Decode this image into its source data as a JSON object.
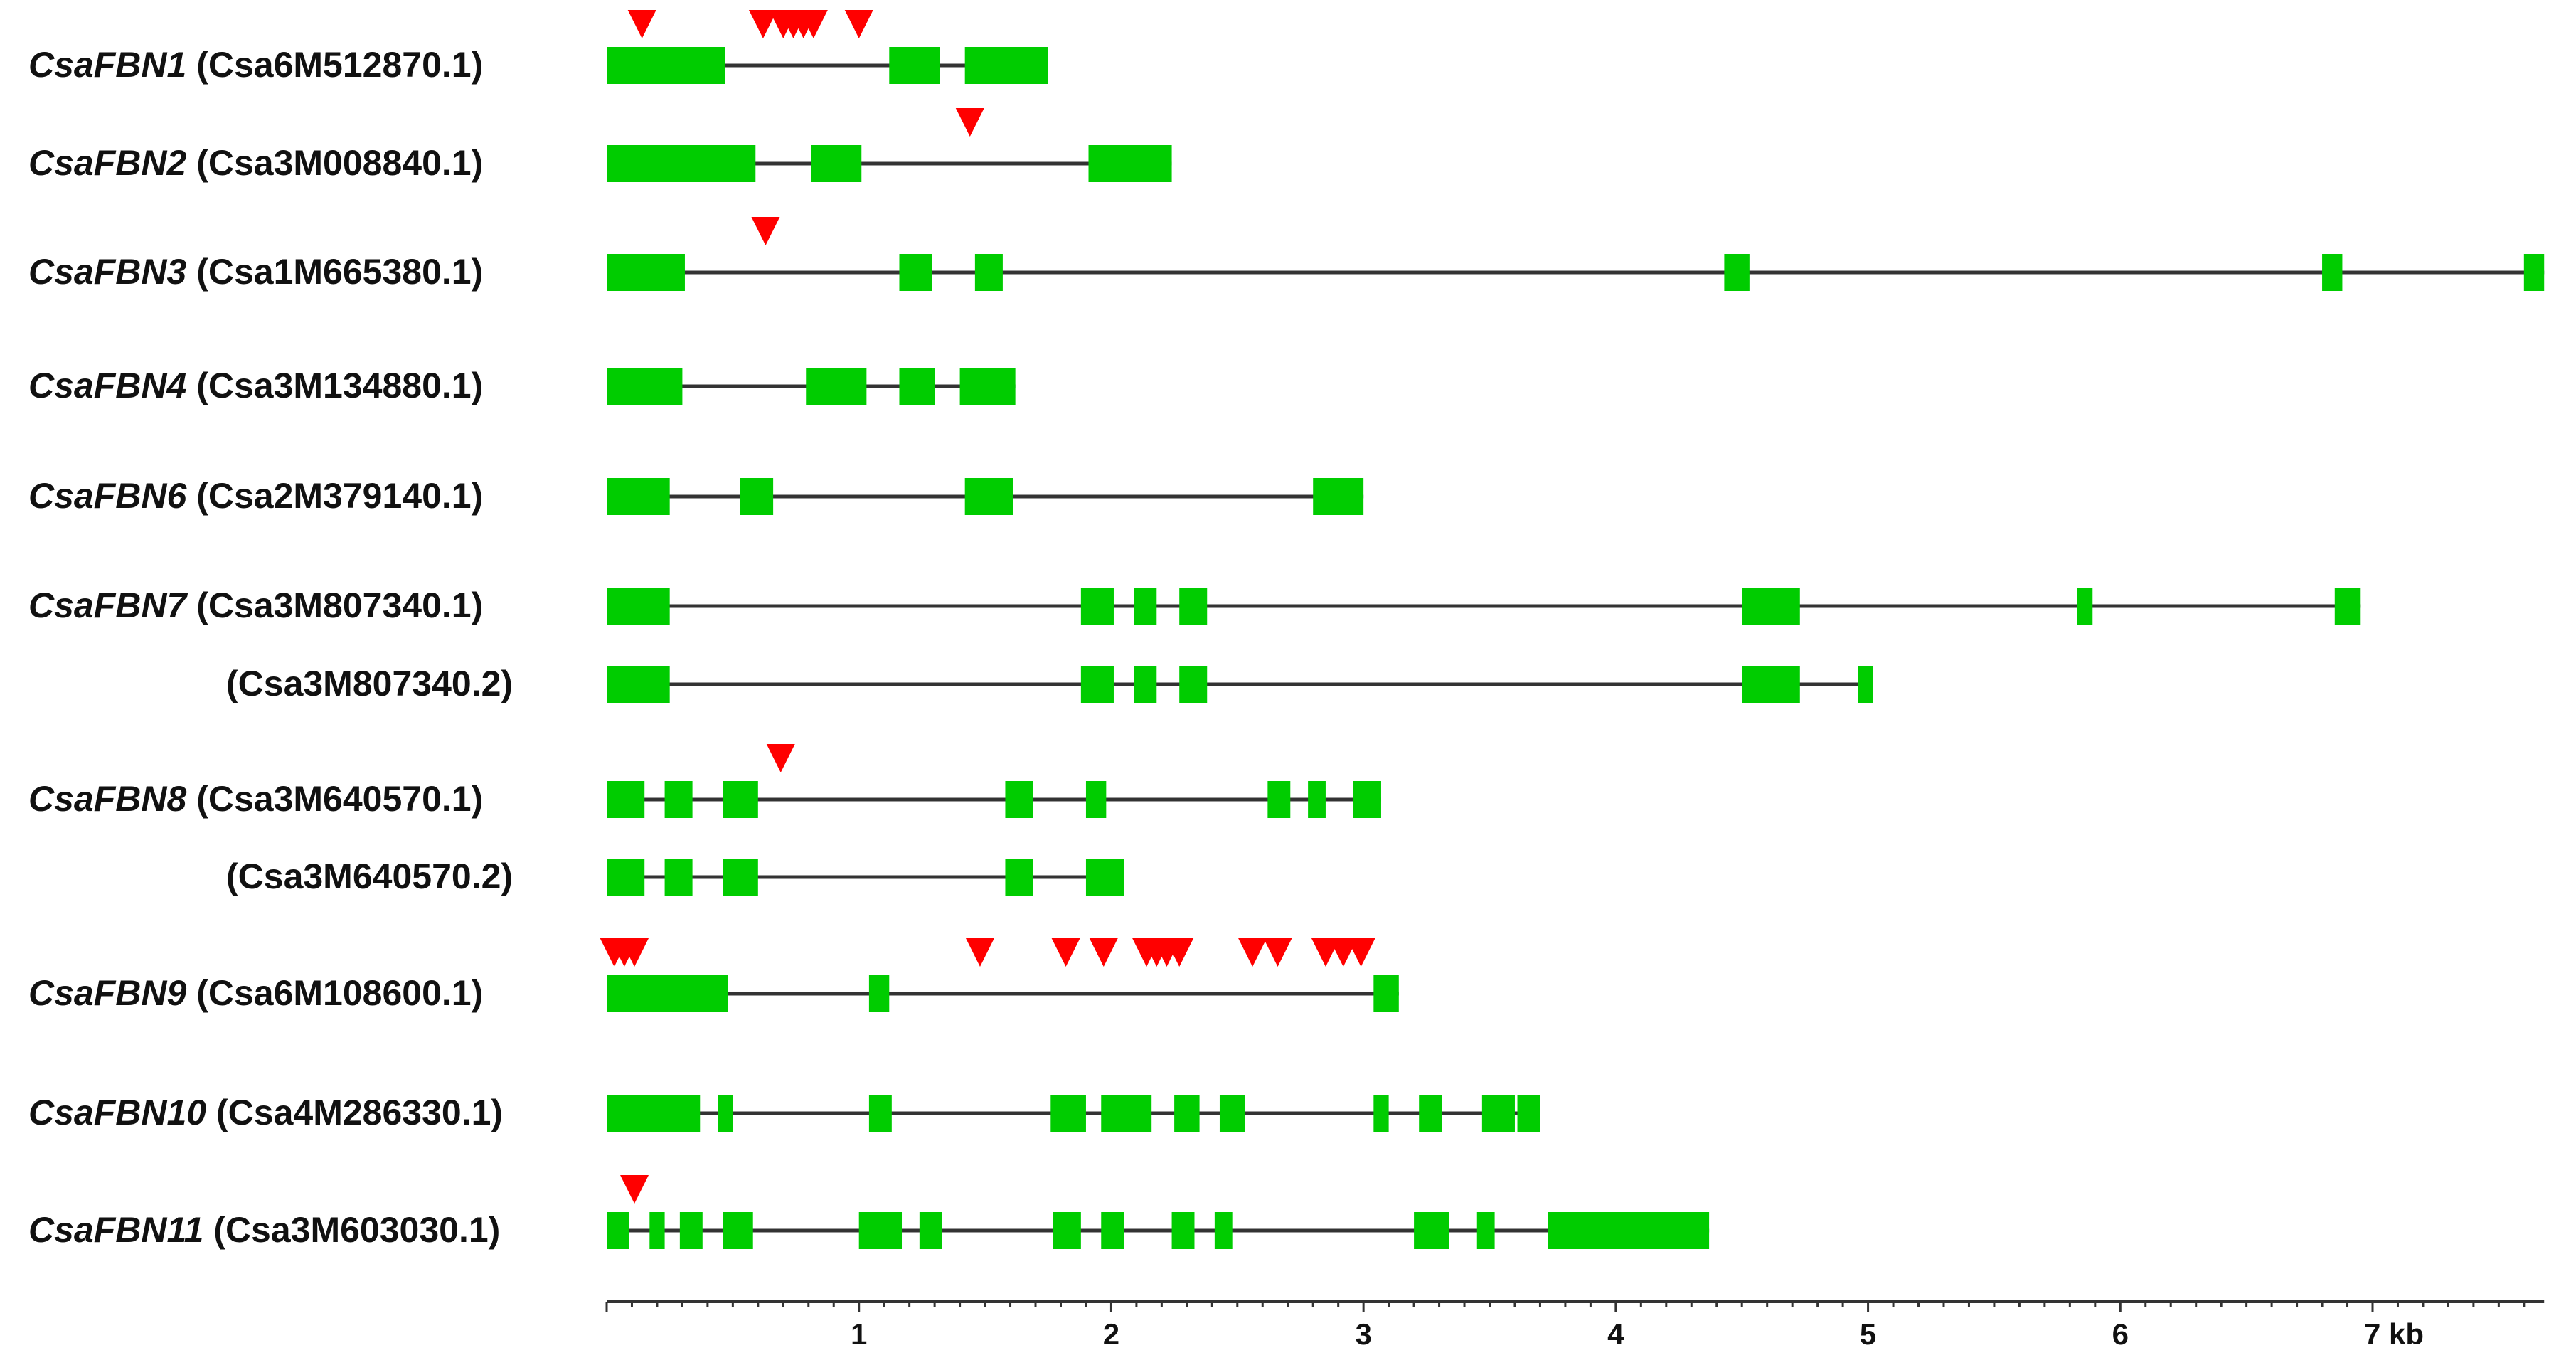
{
  "colors": {
    "exon": "#00cc00",
    "intron": "#333333",
    "marker": "#ff0000",
    "axis": "#333333"
  },
  "genes": [
    {
      "name": "CsaFBN1",
      "transcripts": [
        {
          "id": "(Csa6M512870.1)",
          "length": 1.75,
          "exons": [
            [
              0,
              0.47
            ],
            [
              1.12,
              1.32
            ],
            [
              1.42,
              1.75
            ]
          ],
          "markers": [
            0.14,
            0.62,
            0.7,
            0.74,
            0.78,
            0.82,
            1.0
          ]
        }
      ]
    },
    {
      "name": "CsaFBN2",
      "transcripts": [
        {
          "id": "(Csa3M008840.1)",
          "length": 2.24,
          "exons": [
            [
              0,
              0.59
            ],
            [
              0.81,
              1.01
            ],
            [
              1.91,
              2.24
            ]
          ],
          "markers": [
            1.44
          ]
        }
      ]
    },
    {
      "name": "CsaFBN3",
      "transcripts": [
        {
          "id": "(Csa1M665380.1)",
          "length": 7.68,
          "exons": [
            [
              0,
              0.31
            ],
            [
              1.16,
              1.29
            ],
            [
              1.46,
              1.57
            ],
            [
              4.43,
              4.53
            ],
            [
              6.8,
              6.88
            ],
            [
              7.6,
              7.68
            ]
          ],
          "markers": [
            0.63
          ]
        }
      ]
    },
    {
      "name": "CsaFBN4",
      "transcripts": [
        {
          "id": "(Csa3M134880.1)",
          "length": 1.62,
          "exons": [
            [
              0,
              0.3
            ],
            [
              0.79,
              1.03
            ],
            [
              1.16,
              1.3
            ],
            [
              1.4,
              1.62
            ]
          ],
          "markers": []
        }
      ]
    },
    {
      "name": "CsaFBN6",
      "transcripts": [
        {
          "id": "(Csa2M379140.1)",
          "length": 3.0,
          "exons": [
            [
              0,
              0.25
            ],
            [
              0.53,
              0.66
            ],
            [
              1.42,
              1.61
            ],
            [
              2.8,
              3.0
            ]
          ],
          "markers": []
        }
      ]
    },
    {
      "name": "CsaFBN7",
      "transcripts": [
        {
          "id": "(Csa3M807340.1)",
          "length": 6.95,
          "exons": [
            [
              0,
              0.25
            ],
            [
              1.88,
              2.01
            ],
            [
              2.09,
              2.18
            ],
            [
              2.27,
              2.38
            ],
            [
              4.5,
              4.73
            ],
            [
              5.83,
              5.89
            ],
            [
              6.85,
              6.95
            ]
          ],
          "markers": []
        },
        {
          "id": "(Csa3M807340.2)",
          "length": 5.02,
          "exons": [
            [
              0,
              0.25
            ],
            [
              1.88,
              2.01
            ],
            [
              2.09,
              2.18
            ],
            [
              2.27,
              2.38
            ],
            [
              4.5,
              4.73
            ],
            [
              4.96,
              5.02
            ]
          ],
          "markers": []
        }
      ]
    },
    {
      "name": "CsaFBN8",
      "transcripts": [
        {
          "id": "(Csa3M640570.1)",
          "length": 3.07,
          "exons": [
            [
              0,
              0.15
            ],
            [
              0.23,
              0.34
            ],
            [
              0.46,
              0.6
            ],
            [
              1.58,
              1.69
            ],
            [
              1.9,
              1.98
            ],
            [
              2.62,
              2.71
            ],
            [
              2.78,
              2.85
            ],
            [
              2.96,
              3.07
            ]
          ],
          "markers": [
            0.69
          ]
        },
        {
          "id": "(Csa3M640570.2)",
          "length": 2.05,
          "exons": [
            [
              0,
              0.15
            ],
            [
              0.23,
              0.34
            ],
            [
              0.46,
              0.6
            ],
            [
              1.58,
              1.69
            ],
            [
              1.9,
              2.05
            ]
          ],
          "markers": []
        }
      ]
    },
    {
      "name": "CsaFBN9",
      "transcripts": [
        {
          "id": "(Csa6M108600.1)",
          "length": 3.14,
          "exons": [
            [
              0,
              0.48
            ],
            [
              1.04,
              1.12
            ],
            [
              3.04,
              3.14
            ]
          ],
          "markers": [
            0.03,
            0.07,
            0.11,
            1.48,
            1.82,
            1.97,
            2.14,
            2.18,
            2.22,
            2.27,
            2.56,
            2.66,
            2.85,
            2.92,
            2.99
          ]
        }
      ]
    },
    {
      "name": "CsaFBN10",
      "transcripts": [
        {
          "id": "(Csa4M286330.1)",
          "length": 3.7,
          "exons": [
            [
              0,
              0.37
            ],
            [
              0.44,
              0.5
            ],
            [
              1.04,
              1.13
            ],
            [
              1.76,
              1.9
            ],
            [
              1.96,
              2.16
            ],
            [
              2.25,
              2.35
            ],
            [
              2.43,
              2.53
            ],
            [
              3.04,
              3.1
            ],
            [
              3.22,
              3.31
            ],
            [
              3.47,
              3.6
            ],
            [
              3.61,
              3.7
            ]
          ],
          "markers": []
        }
      ]
    },
    {
      "name": "CsaFBN11",
      "transcripts": [
        {
          "id": "(Csa3M603030.1)",
          "length": 4.37,
          "exons": [
            [
              0,
              0.09
            ],
            [
              0.17,
              0.23
            ],
            [
              0.29,
              0.38
            ],
            [
              0.46,
              0.58
            ],
            [
              1.0,
              1.17
            ],
            [
              1.24,
              1.33
            ],
            [
              1.77,
              1.88
            ],
            [
              1.96,
              2.05
            ],
            [
              2.24,
              2.33
            ],
            [
              2.41,
              2.48
            ],
            [
              3.2,
              3.34
            ],
            [
              3.45,
              3.52
            ],
            [
              3.73,
              4.37
            ]
          ],
          "markers": [
            0.11
          ]
        }
      ]
    }
  ],
  "axis": {
    "min": 0,
    "max": 7.68,
    "ticks": [
      {
        "value": 1,
        "label": "1"
      },
      {
        "value": 2,
        "label": "2"
      },
      {
        "value": 3,
        "label": "3"
      },
      {
        "value": 4,
        "label": "4"
      },
      {
        "value": 5,
        "label": "5"
      },
      {
        "value": 6,
        "label": "6"
      },
      {
        "value": 7,
        "label": "7 kb"
      }
    ]
  }
}
